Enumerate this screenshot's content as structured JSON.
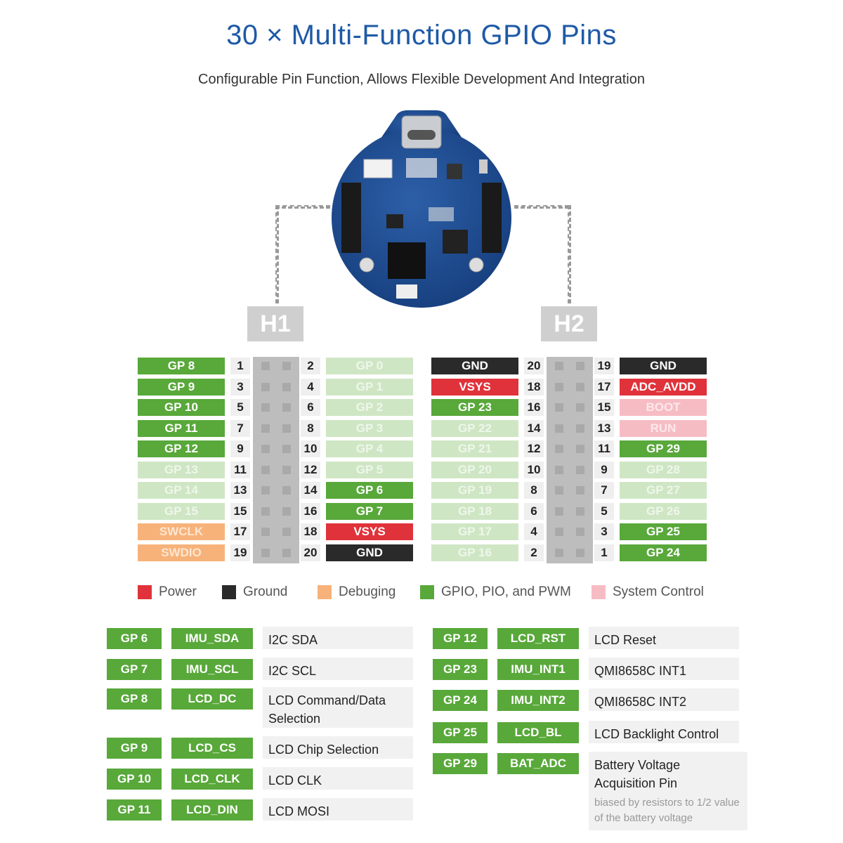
{
  "title": "30 × Multi-Function GPIO Pins",
  "subtitle": "Configurable Pin Function, Allows Flexible Development And Integration",
  "colors": {
    "power": "#e0323a",
    "ground": "#2a2a2a",
    "debug": "#f7b27a",
    "gpio": "#58a83a",
    "gpio_light": "#cfe6c4",
    "system": "#f6bcc4",
    "title": "#1e5aa6"
  },
  "headers": {
    "h1": "H1",
    "h2": "H2"
  },
  "h1_rows": [
    {
      "left": "GP 8",
      "lc": "c-green",
      "n1": "1",
      "n2": "2",
      "right": "GP 0",
      "rc": "c-lgreen"
    },
    {
      "left": "GP 9",
      "lc": "c-green",
      "n1": "3",
      "n2": "4",
      "right": "GP 1",
      "rc": "c-lgreen"
    },
    {
      "left": "GP 10",
      "lc": "c-green",
      "n1": "5",
      "n2": "6",
      "right": "GP 2",
      "rc": "c-lgreen"
    },
    {
      "left": "GP 11",
      "lc": "c-green",
      "n1": "7",
      "n2": "8",
      "right": "GP 3",
      "rc": "c-lgreen"
    },
    {
      "left": "GP 12",
      "lc": "c-green",
      "n1": "9",
      "n2": "10",
      "right": "GP 4",
      "rc": "c-lgreen"
    },
    {
      "left": "GP 13",
      "lc": "c-lgreen",
      "n1": "11",
      "n2": "12",
      "right": "GP 5",
      "rc": "c-lgreen"
    },
    {
      "left": "GP 14",
      "lc": "c-lgreen",
      "n1": "13",
      "n2": "14",
      "right": "GP 6",
      "rc": "c-green"
    },
    {
      "left": "GP 15",
      "lc": "c-lgreen",
      "n1": "15",
      "n2": "16",
      "right": "GP 7",
      "rc": "c-green"
    },
    {
      "left": "SWCLK",
      "lc": "c-orange",
      "n1": "17",
      "n2": "18",
      "right": "VSYS",
      "rc": "c-red"
    },
    {
      "left": "SWDIO",
      "lc": "c-orange",
      "n1": "19",
      "n2": "20",
      "right": "GND",
      "rc": "c-black"
    }
  ],
  "h2_rows": [
    {
      "left": "GND",
      "lc": "c-black",
      "n1": "20",
      "n2": "19",
      "right": "GND",
      "rc": "c-black"
    },
    {
      "left": "VSYS",
      "lc": "c-red",
      "n1": "18",
      "n2": "17",
      "right": "ADC_AVDD",
      "rc": "c-red"
    },
    {
      "left": "GP 23",
      "lc": "c-green",
      "n1": "16",
      "n2": "15",
      "right": "BOOT",
      "rc": "c-pink"
    },
    {
      "left": "GP 22",
      "lc": "c-lgreen",
      "n1": "14",
      "n2": "13",
      "right": "RUN",
      "rc": "c-pink"
    },
    {
      "left": "GP 21",
      "lc": "c-lgreen",
      "n1": "12",
      "n2": "11",
      "right": "GP 29",
      "rc": "c-green"
    },
    {
      "left": "GP 20",
      "lc": "c-lgreen",
      "n1": "10",
      "n2": "9",
      "right": "GP 28",
      "rc": "c-lgreen"
    },
    {
      "left": "GP 19",
      "lc": "c-lgreen",
      "n1": "8",
      "n2": "7",
      "right": "GP 27",
      "rc": "c-lgreen"
    },
    {
      "left": "GP 18",
      "lc": "c-lgreen",
      "n1": "6",
      "n2": "5",
      "right": "GP 26",
      "rc": "c-lgreen"
    },
    {
      "left": "GP 17",
      "lc": "c-lgreen",
      "n1": "4",
      "n2": "3",
      "right": "GP 25",
      "rc": "c-green"
    },
    {
      "left": "GP 16",
      "lc": "c-lgreen",
      "n1": "2",
      "n2": "1",
      "right": "GP 24",
      "rc": "c-green"
    }
  ],
  "legend": [
    {
      "label": "Power",
      "color": "#e0323a"
    },
    {
      "label": "Ground",
      "color": "#2a2a2a"
    },
    {
      "label": "Debuging",
      "color": "#f7b27a"
    },
    {
      "label": "GPIO, PIO, and PWM",
      "color": "#58a83a"
    },
    {
      "label": "System Control",
      "color": "#f6bcc4"
    }
  ],
  "functions_left": [
    {
      "gp": "GP 6",
      "sig": "IMU_SDA",
      "desc": "I2C SDA",
      "note": ""
    },
    {
      "gp": "GP 7",
      "sig": "IMU_SCL",
      "desc": "I2C SCL",
      "note": ""
    },
    {
      "gp": "GP 8",
      "sig": "LCD_DC",
      "desc": "LCD Command/Data Selection",
      "note": ""
    },
    {
      "gp": "GP 9",
      "sig": "LCD_CS",
      "desc": "LCD Chip Selection",
      "note": ""
    },
    {
      "gp": "GP 10",
      "sig": "LCD_CLK",
      "desc": "LCD CLK",
      "note": ""
    },
    {
      "gp": "GP 11",
      "sig": "LCD_DIN",
      "desc": "LCD MOSI",
      "note": ""
    }
  ],
  "functions_right": [
    {
      "gp": "GP 12",
      "sig": "LCD_RST",
      "desc": "LCD Reset",
      "note": ""
    },
    {
      "gp": "GP 23",
      "sig": "IMU_INT1",
      "desc": "QMI8658C INT1",
      "note": ""
    },
    {
      "gp": "GP 24",
      "sig": "IMU_INT2",
      "desc": "QMI8658C INT2",
      "note": ""
    },
    {
      "gp": "GP 25",
      "sig": "LCD_BL",
      "desc": "LCD Backlight Control",
      "note": ""
    },
    {
      "gp": "GP 29",
      "sig": "BAT_ADC",
      "desc": "Battery Voltage Acquisition Pin",
      "note": "biased by resistors to 1/2 value of the battery voltage"
    }
  ]
}
